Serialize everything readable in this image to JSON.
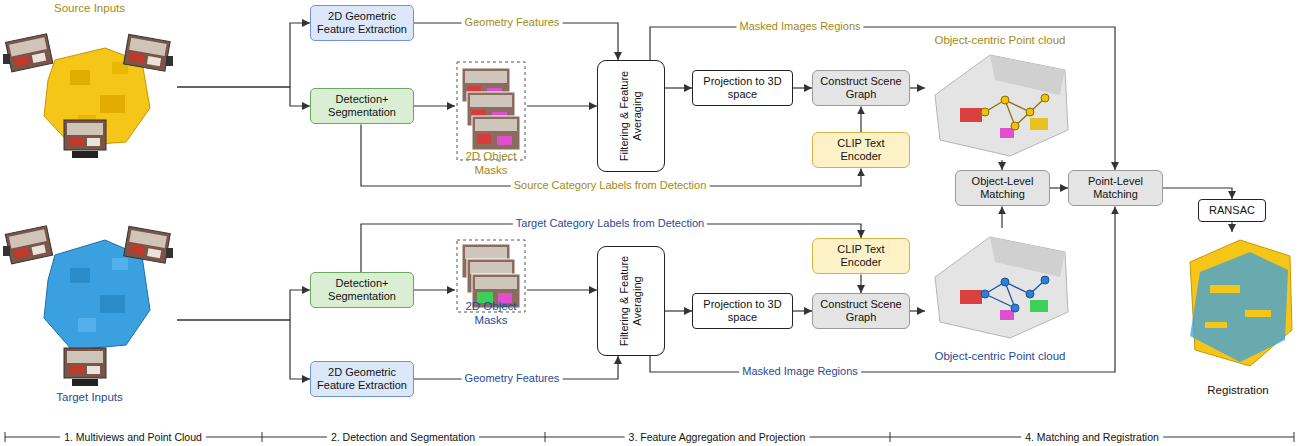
{
  "diagram": {
    "nodes": [
      {
        "text": [
          "Source Inputs"
        ]
      },
      {
        "text": [
          "2D Geometric Feature Extraction"
        ]
      },
      {
        "text": [
          "Detection+ Segmentation"
        ]
      },
      {
        "text": [
          "2D Object Masks"
        ]
      },
      {
        "text": [
          "Filtering & Feature Averaging"
        ]
      },
      {
        "text": [
          "Projection to 3D space"
        ]
      },
      {
        "text": [
          "Construct Scene Graph"
        ]
      },
      {
        "text": [
          "CLIP Text Encoder"
        ]
      },
      {
        "text": [
          "Object-centric Point cloud"
        ]
      },
      {
        "text": [
          "Object-Level Matching"
        ]
      },
      {
        "text": [
          "Point-Level Matching"
        ]
      },
      {
        "text": [
          "RANSAC"
        ]
      },
      {
        "text": [
          "Registration"
        ]
      },
      {
        "text": [
          "Target Inputs"
        ]
      },
      {
        "text": [
          "Detection+ Segmentation"
        ]
      },
      {
        "text": [
          "2D Geometric Feature Extraction"
        ]
      },
      {
        "text": [
          "2D Object Masks"
        ]
      },
      {
        "text": [
          "Filtering & Feature Averaging"
        ]
      },
      {
        "text": [
          "CLIP Text Encoder"
        ]
      },
      {
        "text": [
          "Projection to 3D space"
        ]
      },
      {
        "text": [
          "Construct Scene Graph"
        ]
      },
      {
        "text": [
          "Object-centric Point cloud"
        ]
      }
    ],
    "edges": [
      {
        "from": 0,
        "to": 1,
        "arrow": "to"
      },
      {
        "from": 0,
        "to": 2,
        "arrow": "to"
      },
      {
        "from": 1,
        "to": 4,
        "label": "Geometry Features",
        "arrow": "to"
      },
      {
        "from": 2,
        "to": 3,
        "arrow": "to"
      },
      {
        "from": 3,
        "to": 4,
        "arrow": "to"
      },
      {
        "from": 4,
        "to": 10,
        "label": "Masked Images Regions",
        "arrow": "to"
      },
      {
        "from": 4,
        "to": 5,
        "arrow": "to"
      },
      {
        "from": 5,
        "to": 6,
        "arrow": "to"
      },
      {
        "from": 7,
        "to": 6,
        "arrow": "to"
      },
      {
        "from": 2,
        "to": 7,
        "label": "Source Category Labels from Detection",
        "arrow": "to"
      },
      {
        "from": 6,
        "to": 8,
        "arrow": "to"
      },
      {
        "from": 8,
        "to": 9,
        "arrow": "to"
      },
      {
        "from": 9,
        "to": 10,
        "arrow": "to"
      },
      {
        "from": 10,
        "to": 11,
        "arrow": "to"
      },
      {
        "from": 11,
        "to": 12,
        "arrow": "to"
      },
      {
        "from": 13,
        "to": 14,
        "arrow": "to"
      },
      {
        "from": 13,
        "to": 15,
        "arrow": "to"
      },
      {
        "from": 14,
        "to": 16,
        "arrow": "to"
      },
      {
        "from": 16,
        "to": 17,
        "arrow": "to"
      },
      {
        "from": 15,
        "to": 17,
        "label": "Geometry Features",
        "arrow": "to"
      },
      {
        "from": 14,
        "to": 18,
        "label": "Target Category Labels from Detection",
        "arrow": "to"
      },
      {
        "from": 17,
        "to": 19,
        "arrow": "to"
      },
      {
        "from": 19,
        "to": 20,
        "arrow": "to"
      },
      {
        "from": 18,
        "to": 20,
        "arrow": "to"
      },
      {
        "from": 20,
        "to": 21,
        "arrow": "to"
      },
      {
        "from": 21,
        "to": 9,
        "arrow": "to"
      },
      {
        "from": 17,
        "to": 10,
        "label": "Masked Image Regions",
        "arrow": "to"
      }
    ],
    "labels": [
      "1. Multiviews and Point Cloud",
      "2. Detection and Segmentation",
      "3. Feature Aggregation and Projection",
      "4. Matching and Registration"
    ]
  }
}
